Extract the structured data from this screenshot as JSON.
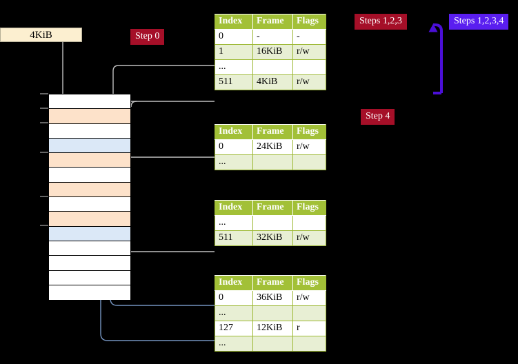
{
  "labels": {
    "size_box": "4KiB",
    "step0": "Step 0",
    "step4": "Step 4",
    "steps123": "Steps 1,2,3",
    "steps1234": "Steps 1,2,3,4"
  },
  "colors": {
    "badge_red": "#a50f28",
    "badge_blue": "#5a1ef0",
    "table_header_green": "#a2c037",
    "table_border_green": "#9cb833",
    "table_alt_row": "#e8efd4",
    "highlight_yellow": "#ffff9e",
    "memory_orange": "#fde2ca",
    "memory_blue": "#dbe8f7",
    "size_box_bg": "#fcefd0",
    "gray_connector": "#bfbfbf",
    "blue_connector": "#7494c0"
  },
  "table_columns": [
    "Index",
    "Frame",
    "Flags"
  ],
  "tables": [
    {
      "name": "level-4-table",
      "rows": [
        {
          "index": "0",
          "frame": "-",
          "flags": "-",
          "style": "plain",
          "highlight": false
        },
        {
          "index": "1",
          "frame": "16KiB",
          "flags": "r/w",
          "style": "alt",
          "highlight": false
        },
        {
          "index": "...",
          "frame": "",
          "flags": "",
          "style": "plain",
          "highlight": false
        },
        {
          "index": "511",
          "frame": "4KiB",
          "flags": "r/w",
          "style": "alt",
          "highlight": true
        }
      ]
    },
    {
      "name": "level-3-table",
      "rows": [
        {
          "index": "0",
          "frame": "24KiB",
          "flags": "r/w",
          "style": "plain",
          "highlight": false
        },
        {
          "index": "...",
          "frame": "",
          "flags": "",
          "style": "alt",
          "highlight": false
        }
      ]
    },
    {
      "name": "level-2-table",
      "rows": [
        {
          "index": "...",
          "frame": "",
          "flags": "",
          "style": "plain",
          "highlight": false
        },
        {
          "index": "511",
          "frame": "32KiB",
          "flags": "r/w",
          "style": "alt",
          "highlight": false
        }
      ]
    },
    {
      "name": "level-1-table",
      "rows": [
        {
          "index": "0",
          "frame": "36KiB",
          "flags": "r/w",
          "style": "plain",
          "highlight": false
        },
        {
          "index": "...",
          "frame": "",
          "flags": "",
          "style": "alt",
          "highlight": false
        },
        {
          "index": "127",
          "frame": "12KiB",
          "flags": "r",
          "style": "plain",
          "highlight": false
        },
        {
          "index": "...",
          "frame": "",
          "flags": "",
          "style": "alt",
          "highlight": false
        }
      ]
    }
  ],
  "memory_rows": [
    {
      "fill": "white"
    },
    {
      "fill": "orange"
    },
    {
      "fill": "white"
    },
    {
      "fill": "bluecell"
    },
    {
      "fill": "orange"
    },
    {
      "fill": "white"
    },
    {
      "fill": "orange"
    },
    {
      "fill": "white"
    },
    {
      "fill": "orange"
    },
    {
      "fill": "bluecell"
    },
    {
      "fill": "white"
    },
    {
      "fill": "white"
    },
    {
      "fill": "white"
    },
    {
      "fill": "white"
    }
  ]
}
